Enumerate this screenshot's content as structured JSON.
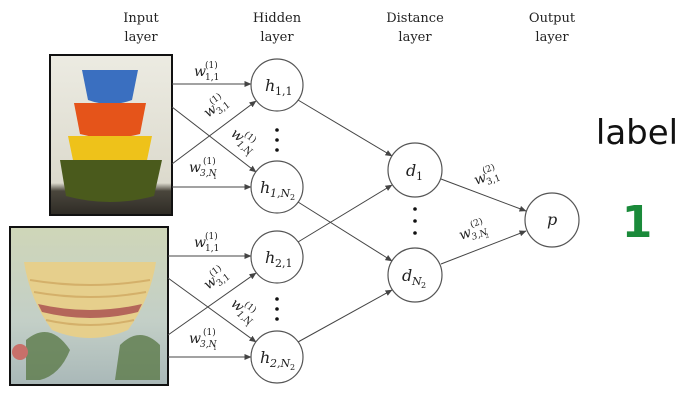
{
  "layers": {
    "input": {
      "line1": "Input",
      "line2": "layer"
    },
    "hidden": {
      "line1": "Hidden",
      "line2": "layer"
    },
    "distance": {
      "line1": "Distance",
      "line2": "layer"
    },
    "output": {
      "line1": "Output",
      "line2": "layer"
    }
  },
  "images": {
    "top": {
      "description": "stacked mixing bowls (blue, orange, yellow, green)"
    },
    "bottom": {
      "description": "cream striped bowl with red band"
    }
  },
  "nodes": {
    "h11": {
      "base": "h",
      "sub": "1,1"
    },
    "h1N": {
      "base": "h",
      "sub": "1,N",
      "subsub": "2"
    },
    "h21": {
      "base": "h",
      "sub": "2,1"
    },
    "h2N": {
      "base": "h",
      "sub": "2,N",
      "subsub": "2"
    },
    "d1": {
      "base": "d",
      "sub": "1"
    },
    "dN": {
      "base": "d",
      "sub": "N",
      "subsub": "2"
    },
    "p": {
      "base": "p"
    }
  },
  "weights": {
    "top": {
      "w11": {
        "base": "w",
        "sup": "(1)",
        "sub": "1,1"
      },
      "w31": {
        "base": "w",
        "sup": "(1)",
        "sub": "3,1"
      },
      "w1N": {
        "base": "w",
        "sup": "(1)",
        "sub": "1,N",
        "subsub": "1"
      },
      "w3N": {
        "base": "w",
        "sup": "(1)",
        "sub": "3,N",
        "subsub": "1"
      }
    },
    "bottom": {
      "w11": {
        "base": "w",
        "sup": "(1)",
        "sub": "1,1"
      },
      "w31": {
        "base": "w",
        "sup": "(1)",
        "sub": "3,1"
      },
      "w1N": {
        "base": "w",
        "sup": "(1)",
        "sub": "1,N",
        "subsub": "1"
      },
      "w3N": {
        "base": "w",
        "sup": "(1)",
        "sub": "3,N",
        "subsub": "1"
      }
    },
    "out": {
      "w31": {
        "base": "w",
        "sup": "(2)",
        "sub": "3,1"
      },
      "w3N": {
        "base": "w",
        "sup": "(2)",
        "sub": "3,N",
        "subsub": "2"
      }
    }
  },
  "label": {
    "title": "label",
    "value": "1",
    "value_color": "#1a8a3a"
  }
}
